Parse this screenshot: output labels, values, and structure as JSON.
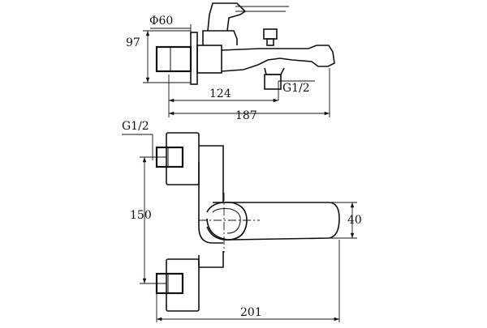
{
  "dimensions": {
    "diameter": "Φ60",
    "height": "97",
    "spout_offset": "124",
    "overall_length": "187",
    "thread_top": "G1/2",
    "thread_bottom": "G1/2",
    "centres": "150",
    "spout_height": "40",
    "bottom_length": "201"
  },
  "colors": {
    "line": "#111111",
    "background": "#ffffff"
  }
}
